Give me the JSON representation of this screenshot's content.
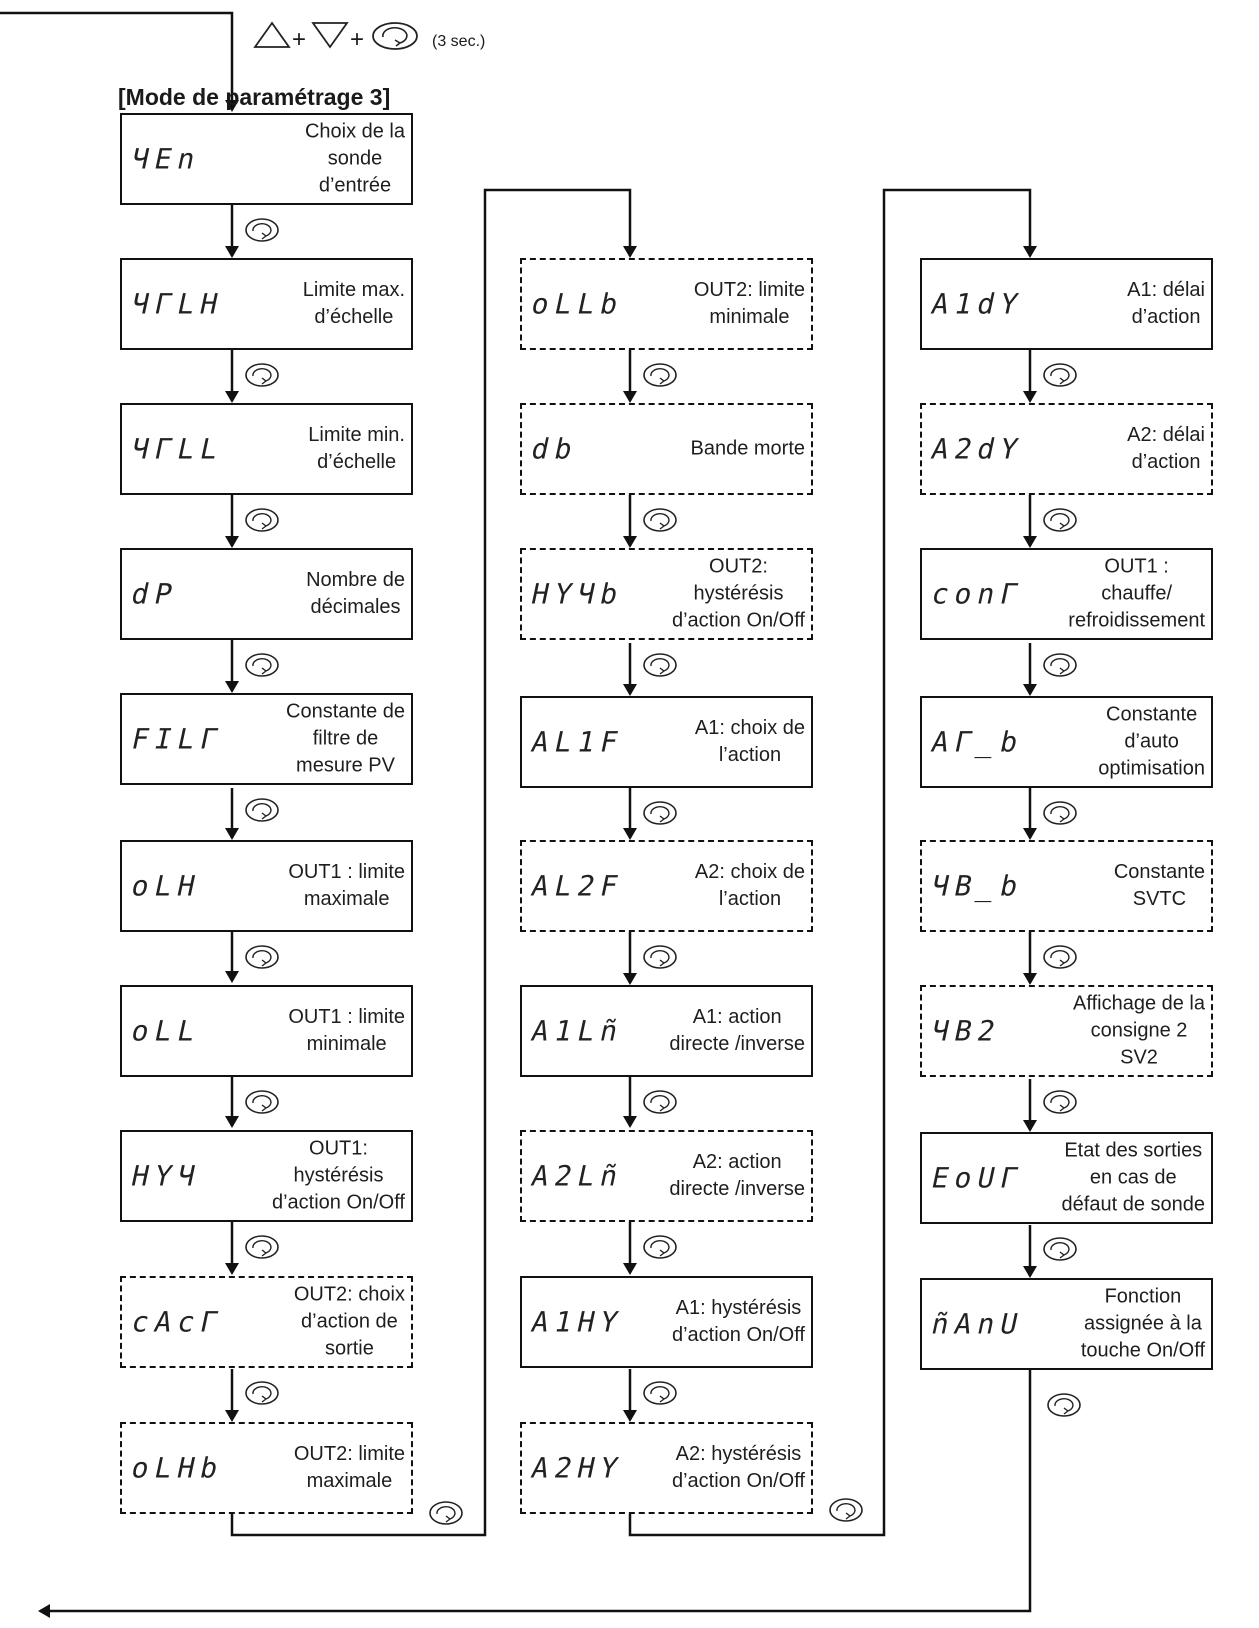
{
  "header": {
    "key_combo": {
      "plus1": "+",
      "plus2": "+",
      "duration": "(3 sec.)"
    },
    "mode_title": "[Mode de paramétrage 3]"
  },
  "columns": [
    {
      "params": [
        {
          "code": "ЧEn",
          "desc": "Choix de la\nsonde\nd’entrée",
          "style": "solid"
        },
        {
          "code": "ЧГLH",
          "desc": "Limite max.\nd’échelle",
          "style": "solid"
        },
        {
          "code": "ЧГLL",
          "desc": "Limite min.\nd’échelle",
          "style": "solid"
        },
        {
          "code": "dP",
          "desc": "Nombre de\ndécimales",
          "style": "solid"
        },
        {
          "code": "FILГ",
          "desc": "Constante de\nfiltre de\nmesure PV",
          "style": "solid"
        },
        {
          "code": "oLH",
          "desc": "OUT1  : limite\nmaximale",
          "style": "solid"
        },
        {
          "code": "oLL",
          "desc": "OUT1  : limite\nminimale",
          "style": "solid"
        },
        {
          "code": "HYЧ",
          "desc": "OUT1:\nhystérésis\nd’action On/Off",
          "style": "solid"
        },
        {
          "code": "cAcГ",
          "desc": "OUT2: choix\nd’action de\nsortie",
          "style": "dashed"
        },
        {
          "code": "oLHb",
          "desc": "OUT2: limite\nmaximale",
          "style": "dashed"
        }
      ]
    },
    {
      "params": [
        {
          "code": "oLLb",
          "desc": "OUT2: limite\nminimale",
          "style": "dashed"
        },
        {
          "code": "db",
          "desc": "Bande morte",
          "style": "dashed"
        },
        {
          "code": "HYЧb",
          "desc": "OUT2:\nhystérésis\nd’action On/Off",
          "style": "dashed"
        },
        {
          "code": "AL1F",
          "desc": "A1: choix de\nl’action",
          "style": "solid"
        },
        {
          "code": "AL2F",
          "desc": "A2: choix de\nl’action",
          "style": "dashed"
        },
        {
          "code": "A1Lñ",
          "desc": "A1: action\ndirecte /inverse",
          "style": "solid"
        },
        {
          "code": "A2Lñ",
          "desc": "A2: action\ndirecte /inverse",
          "style": "dashed"
        },
        {
          "code": "A1HY",
          "desc": "A1: hystérésis\nd’action On/Off",
          "style": "solid"
        },
        {
          "code": "A2HY",
          "desc": "A2: hystérésis\nd’action On/Off",
          "style": "dashed"
        }
      ]
    },
    {
      "params": [
        {
          "code": "A1dY",
          "desc": "A1: délai\nd’action",
          "style": "solid"
        },
        {
          "code": "A2dY",
          "desc": "A2: délai\nd’action",
          "style": "dashed"
        },
        {
          "code": "conГ",
          "desc": "OUT1 :\nchauffe/\nrefroidissement",
          "style": "solid"
        },
        {
          "code": "AГ_b",
          "desc": "Constante\nd’auto\noptimisation",
          "style": "solid"
        },
        {
          "code": "ЧB_b",
          "desc": "Constante\nSVTC",
          "style": "dashed"
        },
        {
          "code": "ЧB2",
          "desc": "Affichage de la\nconsigne 2\nSV2",
          "style": "dashed"
        },
        {
          "code": "EoUГ",
          "desc": "Etat des sorties\nen cas de\ndéfaut de sonde",
          "style": "solid"
        },
        {
          "code": "ñAnU",
          "desc": "Fonction\nassignée à la\ntouche On/Off",
          "style": "solid"
        }
      ]
    }
  ],
  "icons": [
    "up-triangle-key-icon",
    "down-triangle-key-icon",
    "mode-cycle-key-icon"
  ]
}
